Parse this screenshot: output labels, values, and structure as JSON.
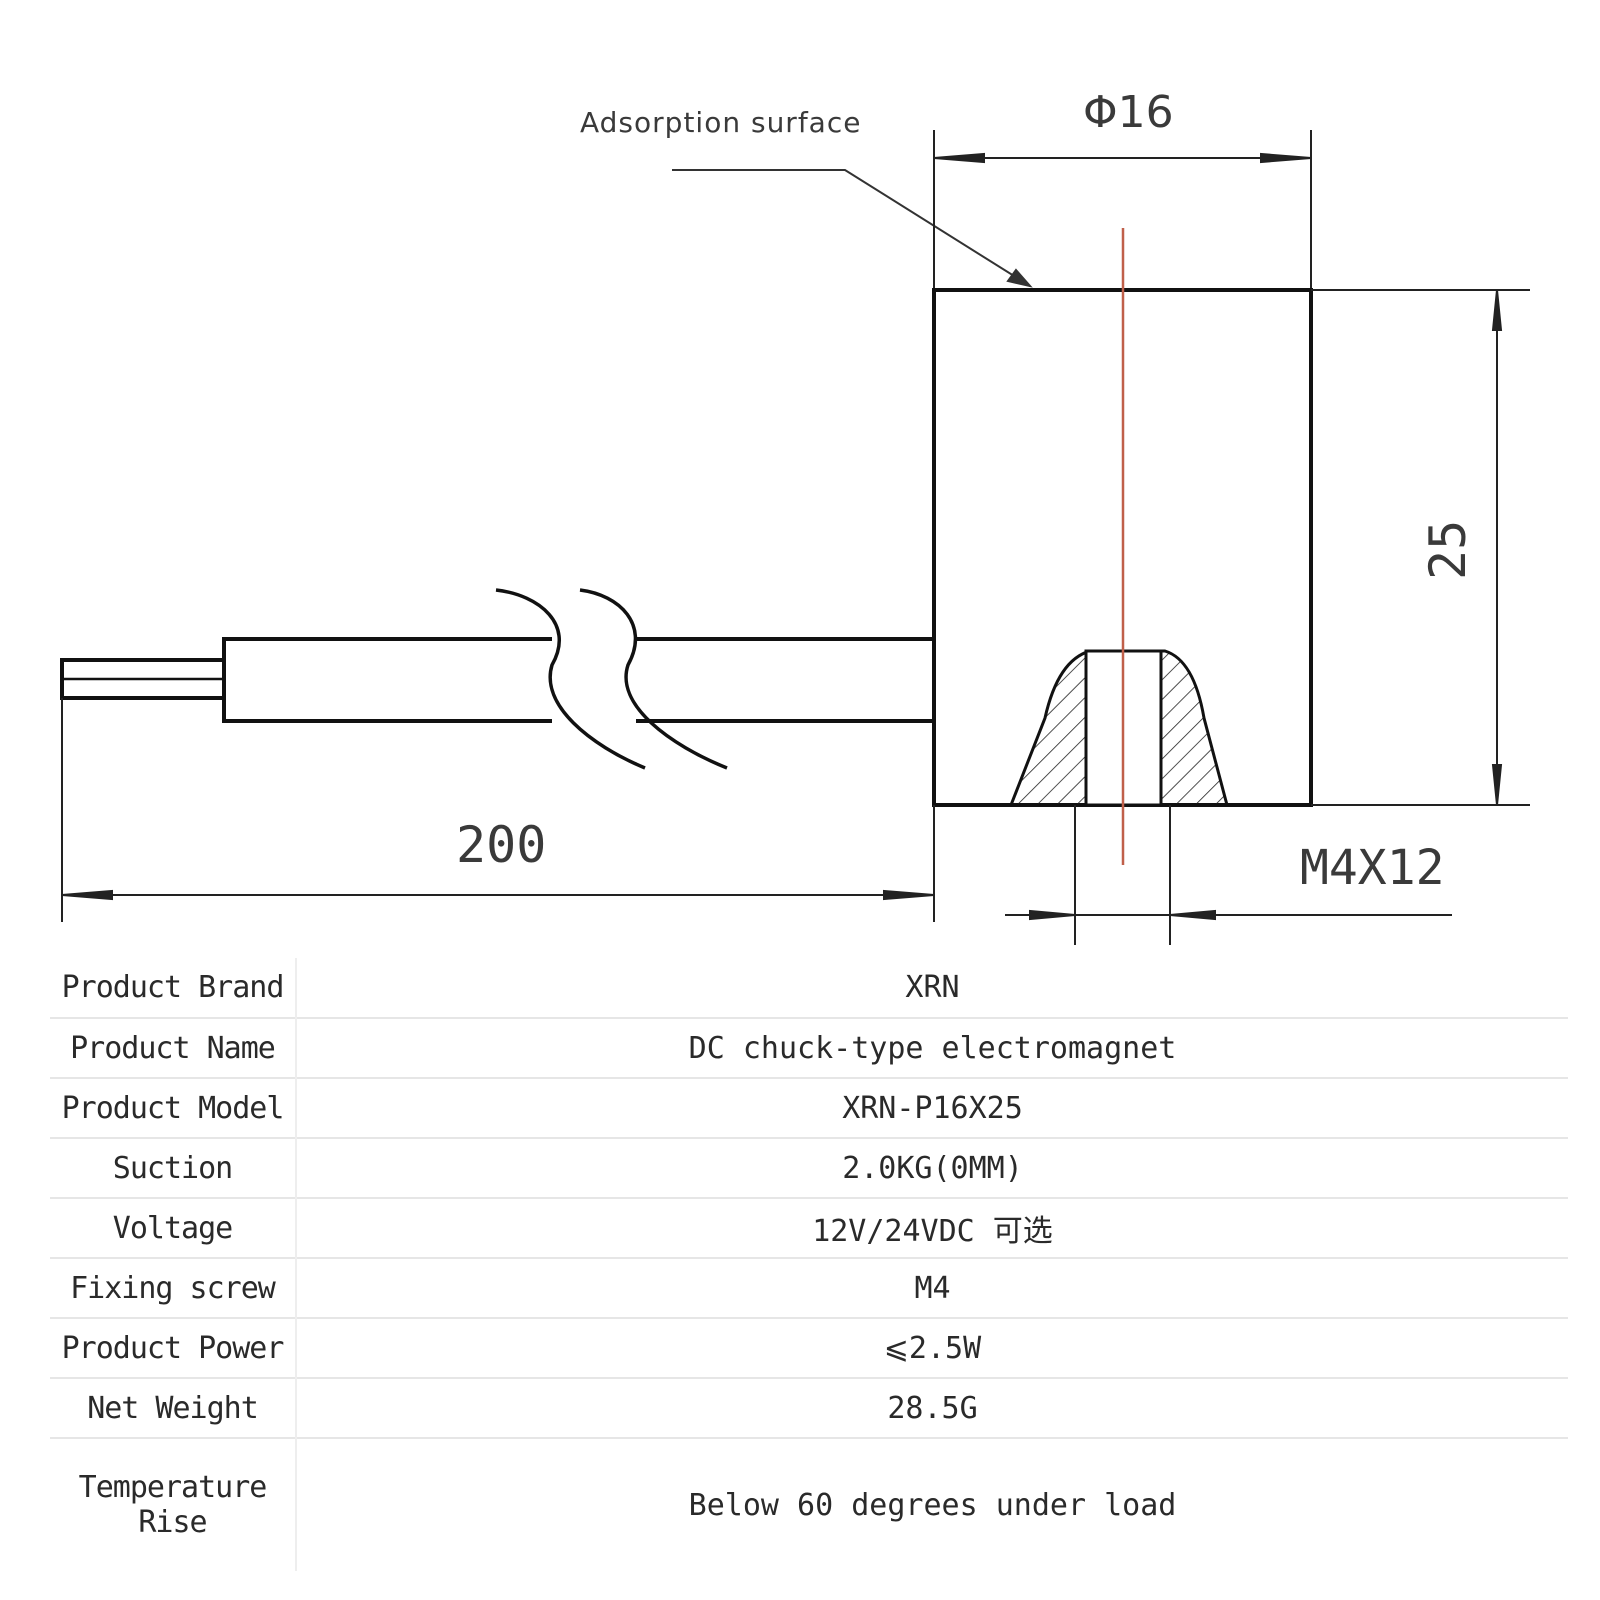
{
  "drawing": {
    "annotation": "Adsorption surface",
    "diameter_label": "Φ16",
    "height_label": "25",
    "cable_length_label": "200",
    "screw_label": "M4X12",
    "line_color": "#111111",
    "centerline_color": "#c0604a"
  },
  "specs": {
    "rows": [
      {
        "label": "Product Brand",
        "value": "XRN"
      },
      {
        "label": "Product Name",
        "value": "DC chuck-type electromagnet"
      },
      {
        "label": "Product Model",
        "value": "XRN-P16X25"
      },
      {
        "label": "Suction",
        "value": "2.0KG(0MM)"
      },
      {
        "label": "Voltage",
        "value": "12V/24VDC 可选"
      },
      {
        "label": "Fixing screw",
        "value": "M4"
      },
      {
        "label": "Product Power",
        "value": "⩽2.5W"
      },
      {
        "label": "Net Weight",
        "value": "28.5G"
      },
      {
        "label": "Temperature Rise",
        "value": "Below 60 degrees under load"
      }
    ]
  }
}
